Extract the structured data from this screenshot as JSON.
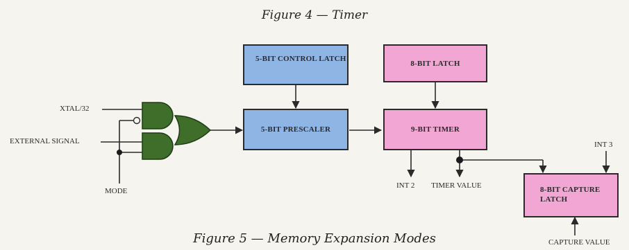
{
  "titles": {
    "figure4": "Figure 4  —  Timer",
    "figure5": "Figure 5  —  Memory Expansion Modes"
  },
  "blocks": {
    "control_latch": "5-BIT CONTROL LATCH",
    "prescaler": "5-BIT PRESCALER",
    "latch8": "8-BIT LATCH",
    "timer9": "9-BIT TIMER",
    "capture_latch": "8-BIT CAPTURE LATCH"
  },
  "signals": {
    "xtal": "XTAL/32",
    "external": "EXTERNAL SIGNAL",
    "mode": "MODE",
    "int2": "INT 2",
    "timer_value": "TIMER VALUE",
    "int3": "INT 3",
    "capture_value": "CAPTURE VALUE"
  },
  "colors": {
    "control_blocks": "#8fb5e4",
    "timer_blocks": "#f2a6d4",
    "logic_gates": "#3f6e2a"
  }
}
